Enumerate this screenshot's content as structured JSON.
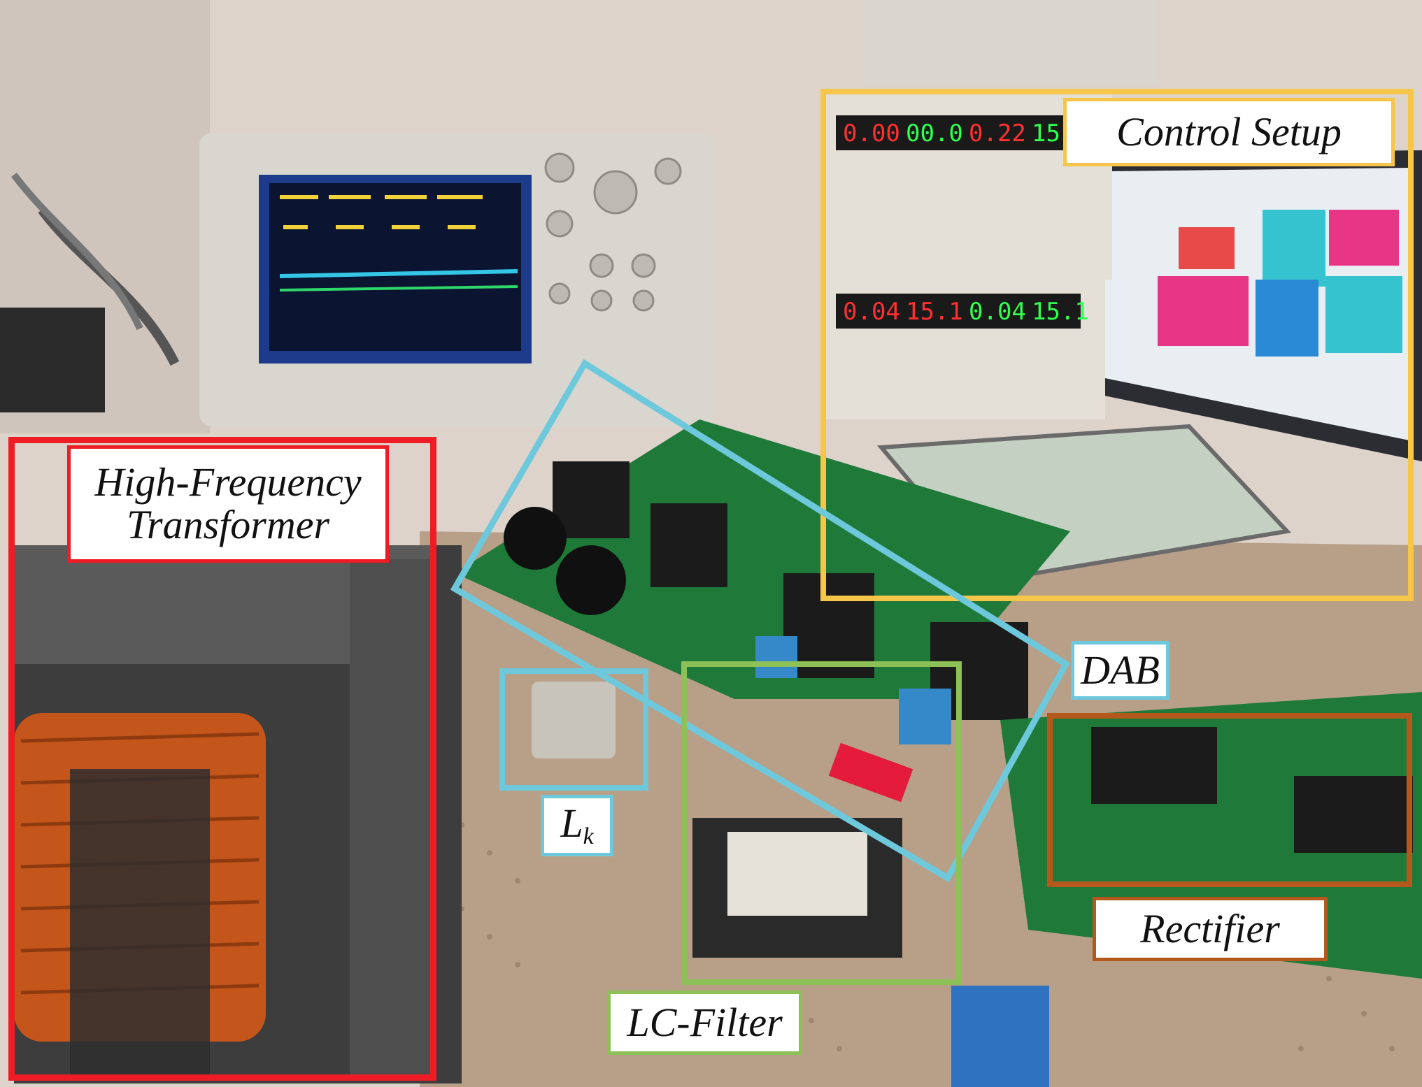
{
  "labels": {
    "high_frequency_transformer": [
      "High-Frequency",
      "Transformer"
    ],
    "control_setup": "Control Setup",
    "dab": "DAB",
    "lk_main": "L",
    "lk_sub": "k",
    "lc_filter": "LC-Filter",
    "rectifier": "Rectifier"
  },
  "instruments": {
    "power_supply_top_readouts": [
      "0.00",
      "00.0",
      "0.22",
      "15"
    ],
    "power_supply_bottom_readouts": [
      "0.04",
      "15.1",
      "0.04",
      "15.1"
    ]
  },
  "colors": {
    "transformer_frame": "#ee1c24",
    "control_frame": "#f5c64a",
    "dab_frame": "#6dc8dc",
    "lk_frame": "#6dc8dc",
    "lc_frame": "#8dc056",
    "rectifier_frame": "#b5581c"
  }
}
